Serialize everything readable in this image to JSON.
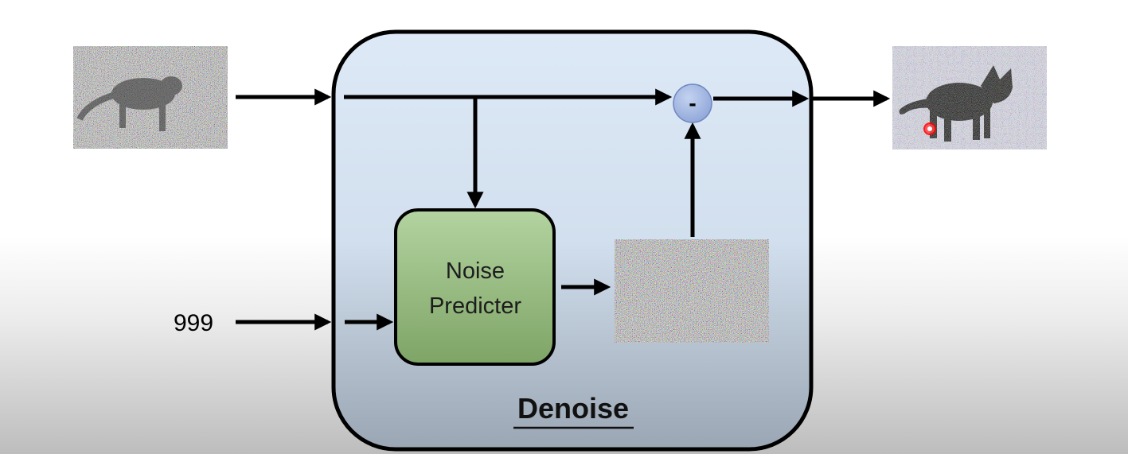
{
  "diagram": {
    "input_number": "999",
    "noise_predictor_label_line1": "Noise",
    "noise_predictor_label_line2": "Predicter",
    "subtract_symbol": "-",
    "block_title": "Denoise"
  },
  "colors": {
    "denoise_block_fill_top": "#dde9f6",
    "denoise_block_fill_bottom": "#9aa6b3",
    "noise_predictor_fill_top": "#b3d3a0",
    "noise_predictor_fill_bottom": "#7ea466",
    "subtract_node_fill": "#a9bde6",
    "arrow": "#000000"
  },
  "images": {
    "input_image": "noisy-cat-image",
    "predicted_noise": "noise-image",
    "output_image": "less-noisy-cat-image"
  }
}
